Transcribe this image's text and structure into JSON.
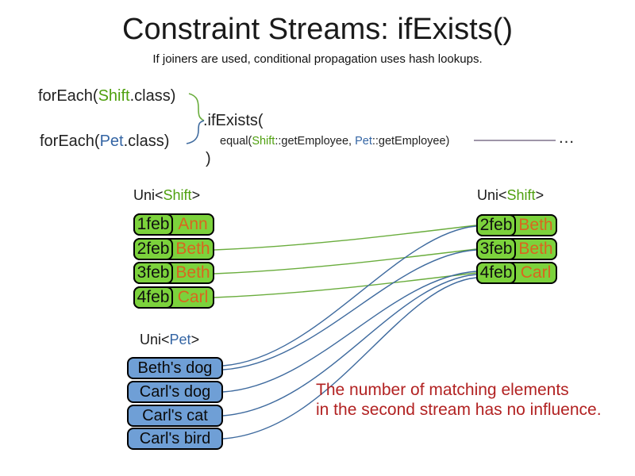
{
  "title": "Constraint Streams: ifExists()",
  "subtitle": "If joiners are used, conditional propagation uses hash lookups.",
  "code": {
    "foreach_shift": {
      "prefix": "forEach(",
      "type": "Shift",
      "suffix": ".class)"
    },
    "foreach_pet": {
      "prefix": "forEach(",
      "type": "Pet",
      "suffix": ".class)"
    },
    "if_exists": ".ifExists(",
    "equal": {
      "prefix": "equal(",
      "left_type": "Shift",
      "left_rest": "::getEmployee, ",
      "right_type": "Pet",
      "right_rest": "::getEmployee)"
    },
    "close_paren": ")",
    "ellipsis": "…"
  },
  "tables": {
    "left_shift": {
      "label": {
        "prefix": "Uni<",
        "type": "Shift",
        "suffix": ">"
      },
      "rows": [
        {
          "date": "1feb",
          "name": "Ann"
        },
        {
          "date": "2feb",
          "name": "Beth"
        },
        {
          "date": "3feb",
          "name": "Beth"
        },
        {
          "date": "4feb",
          "name": "Carl"
        }
      ]
    },
    "right_shift": {
      "label": {
        "prefix": "Uni<",
        "type": "Shift",
        "suffix": ">"
      },
      "rows": [
        {
          "date": "2feb",
          "name": "Beth"
        },
        {
          "date": "3feb",
          "name": "Beth"
        },
        {
          "date": "4feb",
          "name": "Carl"
        }
      ]
    },
    "pet": {
      "label": {
        "prefix": "Uni<",
        "type": "Pet",
        "suffix": ">"
      },
      "rows": [
        "Beth's dog",
        "Carl's dog",
        "Carl's cat",
        "Carl's bird"
      ]
    }
  },
  "note": {
    "line1": "The number of matching elements",
    "line2": "in the second stream has no influence."
  },
  "colors": {
    "shift_green_text": "#4fa00f",
    "pet_blue_text": "#3465a4",
    "name_orange_text": "#d9661f",
    "cell_green_fill": "#7cd23c",
    "cell_blue_fill": "#6f9fd6",
    "match_line_green": "#6aad3d",
    "match_line_blue": "#3e6a9e",
    "continuation_line_purple": "#655673",
    "note_red_text": "#b22222"
  }
}
